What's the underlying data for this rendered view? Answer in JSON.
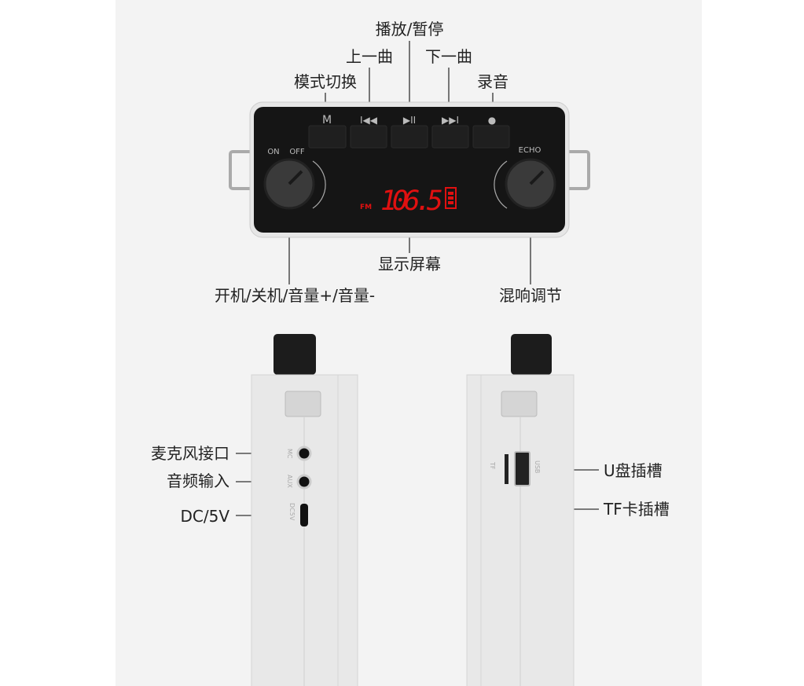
{
  "labels": {
    "play_pause": "播放/暂停",
    "prev": "上一曲",
    "next": "下一曲",
    "mode": "模式切换",
    "record": "录音",
    "display": "显示屏幕",
    "power_volume": "开机/关机/音量+/音量-",
    "echo_adjust": "混响调节",
    "mic_port": "麦克风接口",
    "audio_in": "音频输入",
    "dc": "DC/5V",
    "usb_slot": "U盘插槽",
    "tf_slot": "TF卡插槽"
  },
  "device": {
    "button_mode": "M",
    "button_prev": "I◀◀",
    "button_play": "▶II",
    "button_next": "▶▶I",
    "button_rec": "●",
    "on": "ON",
    "off": "OFF",
    "echo": "ECHO",
    "band": "FM",
    "frequency": "106.5",
    "port_mc": "MC",
    "port_aux": "AUX",
    "port_dc": "DC5V",
    "port_tf": "TF",
    "port_usb": "USB"
  },
  "colors": {
    "display_red": "#e01010",
    "body": "#161616",
    "shell": "#e9e9e9"
  }
}
